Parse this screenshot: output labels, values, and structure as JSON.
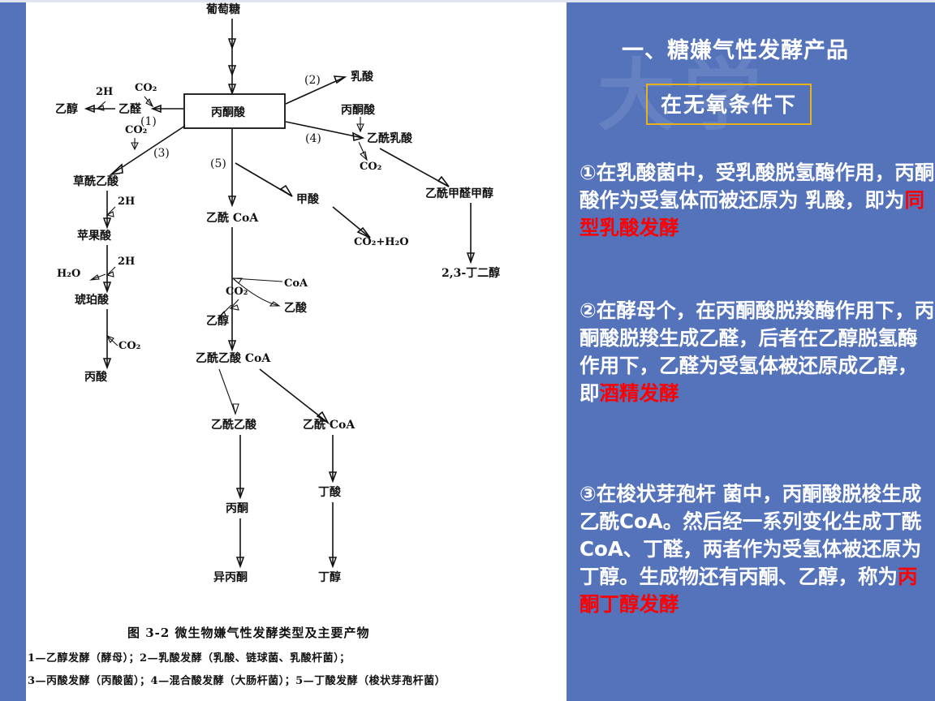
{
  "slide": {
    "background_color": "#5473ba",
    "accent_box_color": "#e8b21c",
    "highlight_color": "#ff0000",
    "text_color": "#ffffff",
    "watermark_text": "大学"
  },
  "right": {
    "heading": "一、糖嫌气性发酵产品",
    "callout": "在无氧条件下",
    "paragraphs": [
      {
        "id": "para1",
        "parts": [
          {
            "text": "①在乳酸菌中，受乳酸脱氢酶作用，丙酮酸作为受氢体而被还原为 乳酸，即为",
            "highlight": false
          },
          {
            "text": "同型乳酸发酵",
            "highlight": true
          }
        ]
      },
      {
        "id": "para2",
        "parts": [
          {
            "text": "②在酵母个，在丙酮酸脱羧酶作用下，丙酮酸脱羧生成乙醛，后者在乙醇脱氢酶作用下，乙醛为受氢体被还原成乙醇，即",
            "highlight": false
          },
          {
            "text": "酒精发酵",
            "highlight": true
          }
        ]
      },
      {
        "id": "para3",
        "parts": [
          {
            "text": "③在梭状芽孢杆 菌中，丙酮酸脱梭生成乙酰CoA。然后经一系列变化生成丁酰CoA、丁醛，两者作为受氢体被还原为丁醇。生成物还有丙酮、乙醇，称为",
            "highlight": false
          },
          {
            "text": "丙酮丁醇发酵",
            "highlight": true
          }
        ]
      }
    ]
  },
  "diagram": {
    "caption_title": "图 3-2   微生物嫌气性发酵类型及主要产物",
    "caption_lines": [
      "1—乙醇发酵（酵母）；2—乳酸发酵（乳酸、链球菌、乳酸杆菌）；",
      "3—丙酸发酵（丙酸菌）；4—混合酸发酵（大肠杆菌）；5—丁酸发酵（梭状芽孢杆菌）"
    ],
    "nodes": {
      "glucose": "葡萄糖",
      "pyruvate_box": "丙酮酸",
      "ethanol_left": "乙醇",
      "acetaldehyde": "乙醛",
      "oxaloacetate": "草酰乙酸",
      "malate": "苹果酸",
      "succinate": "琥珀酸",
      "propionate": "丙酸",
      "acetyl_coa": "乙酰 CoA",
      "formate": "甲酸",
      "co2_h2o": "CO₂+H₂O",
      "ethanol_mid": "乙醇",
      "acetate": "乙酸",
      "coa": "CoA",
      "acetoacetyl_coa": "乙酰乙酸 CoA",
      "acetoacetate": "乙酰乙酸",
      "acetyl_coa2": "乙酰 CoA",
      "acetone": "丙酮",
      "isopropanol": "异丙酮",
      "butyrate": "丁酸",
      "butanol": "丁醇",
      "lactate": "乳酸",
      "pyruvate_right": "丙酮酸",
      "acetolactate": "乙酰乳酸",
      "acetylmethylcarbinol": "乙酰甲醛甲醇",
      "butanediol": "2,3-丁二醇"
    },
    "cofactors": {
      "h2_a": "2H",
      "h2_b": "2H",
      "h2_c": "2H",
      "co2_a": "CO₂",
      "co2_b": "CO₂",
      "co2_c": "CO₂",
      "co2_d": "CO₂",
      "co2_e": "CO₂",
      "co2_f": "CO₂",
      "h2o": "H₂O"
    },
    "pathway_numbers": {
      "n1": "(1)",
      "n2": "(2)",
      "n3": "(3)",
      "n4": "(4)",
      "n5": "(5)"
    }
  }
}
